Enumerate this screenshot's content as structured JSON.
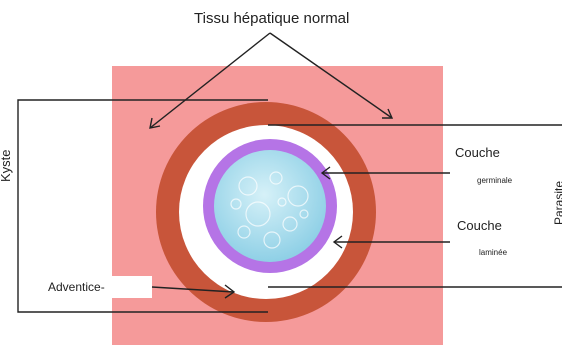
{
  "title": "Tissu hépatique normal",
  "labels": {
    "kyste": "Kyste",
    "parasite": "Parasite",
    "couche_germinale_1": "Couche",
    "couche_germinale_2": "germinale",
    "couche_laminee_1": "Couche",
    "couche_laminee_2": "laminée",
    "adventice": "Adventice-"
  },
  "colors": {
    "liver_tissue": "#f59a9a",
    "adventitia": "#c8553a",
    "laminated_layer": "#ffffff",
    "germinal_layer": "#b574e6",
    "hydatid_fluid": "#a8dcec",
    "lines": "#222222"
  }
}
